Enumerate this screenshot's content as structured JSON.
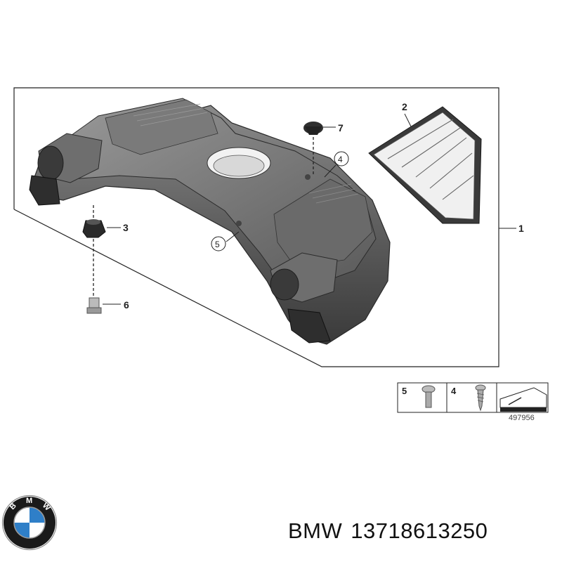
{
  "diagram": {
    "callouts": [
      "1",
      "2",
      "3",
      "4",
      "5",
      "6",
      "7"
    ],
    "legend": {
      "items": [
        {
          "number": "5",
          "icon": "screw-short-icon"
        },
        {
          "number": "4",
          "icon": "screw-tapping-icon"
        },
        {
          "number": "",
          "icon": "foam-pad-icon"
        }
      ],
      "reference_number": "497956"
    }
  },
  "caption": {
    "brand": "BMW",
    "part_number": "13718613250"
  },
  "logo": {
    "lettering": "BMW",
    "colors": {
      "ring": "#1a1a1a",
      "blue": "#2f7fc8",
      "white": "#ffffff"
    }
  }
}
